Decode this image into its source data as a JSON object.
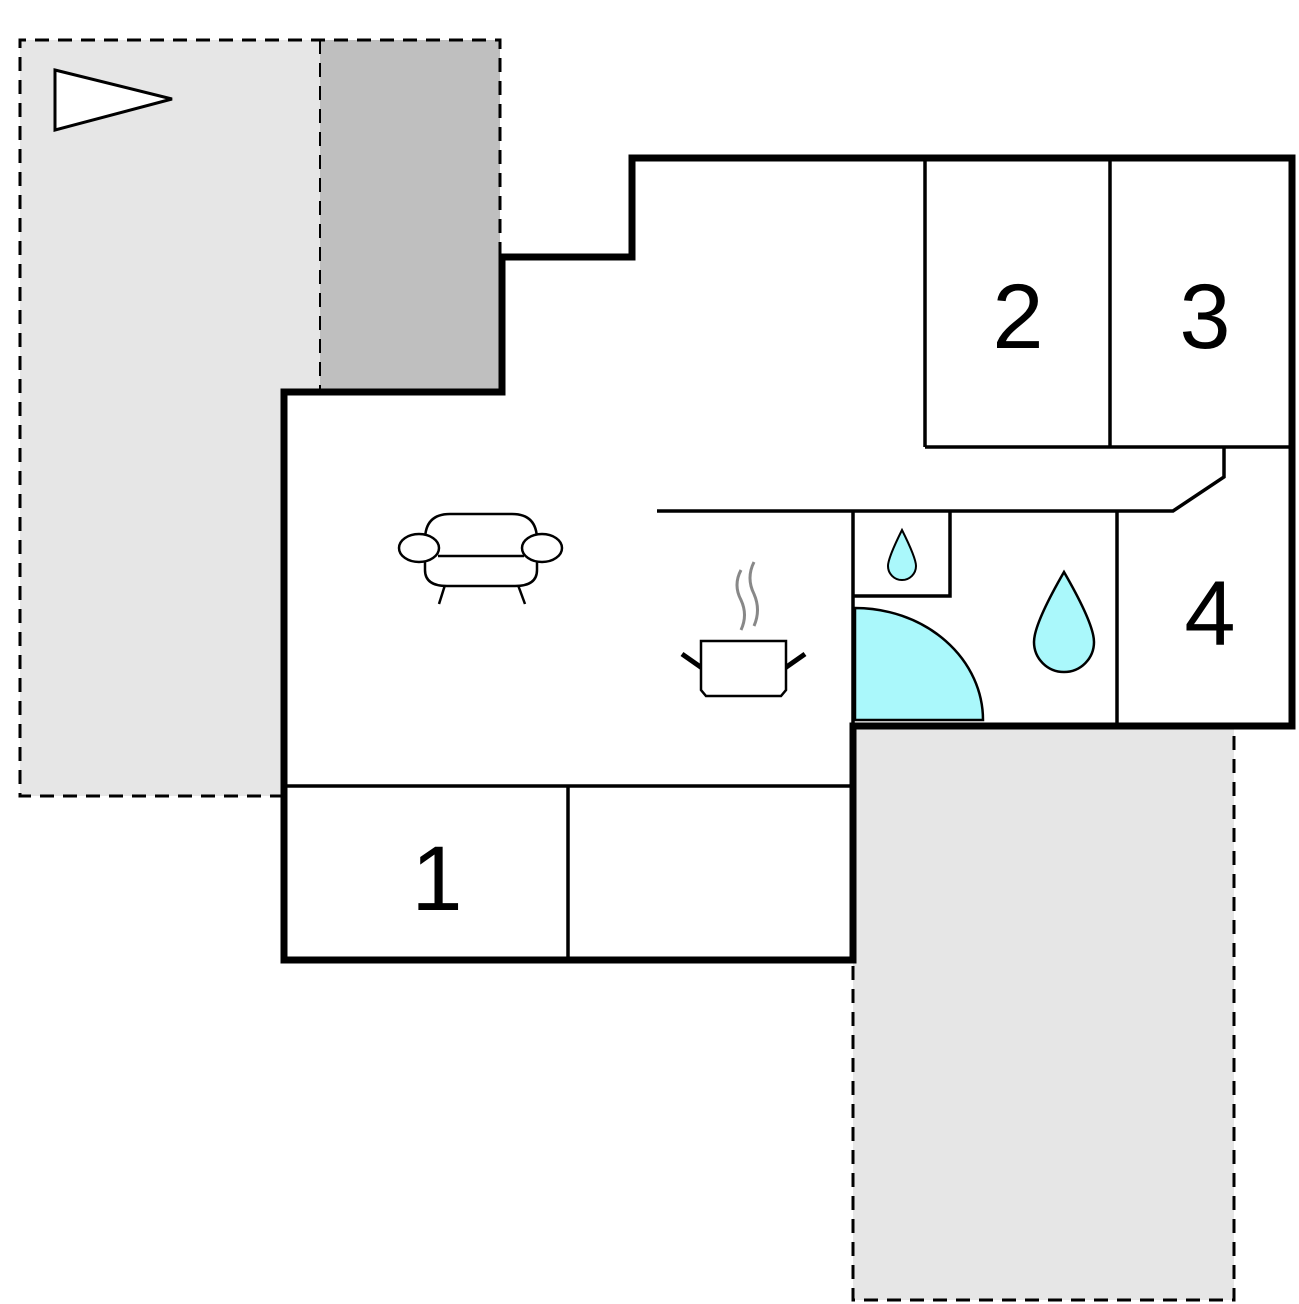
{
  "plan": {
    "rooms": [
      {
        "label": "1"
      },
      {
        "label": "2"
      },
      {
        "label": "3"
      },
      {
        "label": "4"
      }
    ],
    "icons": [
      "north-arrow-icon",
      "sofa-icon",
      "cooking-pot-icon",
      "water-drop-icon",
      "shower-icon"
    ]
  },
  "colors": {
    "terrace": "#e6e6e6",
    "covered_terrace": "#bfbfbf",
    "water": "#aaf8fb",
    "wall": "#000000"
  }
}
